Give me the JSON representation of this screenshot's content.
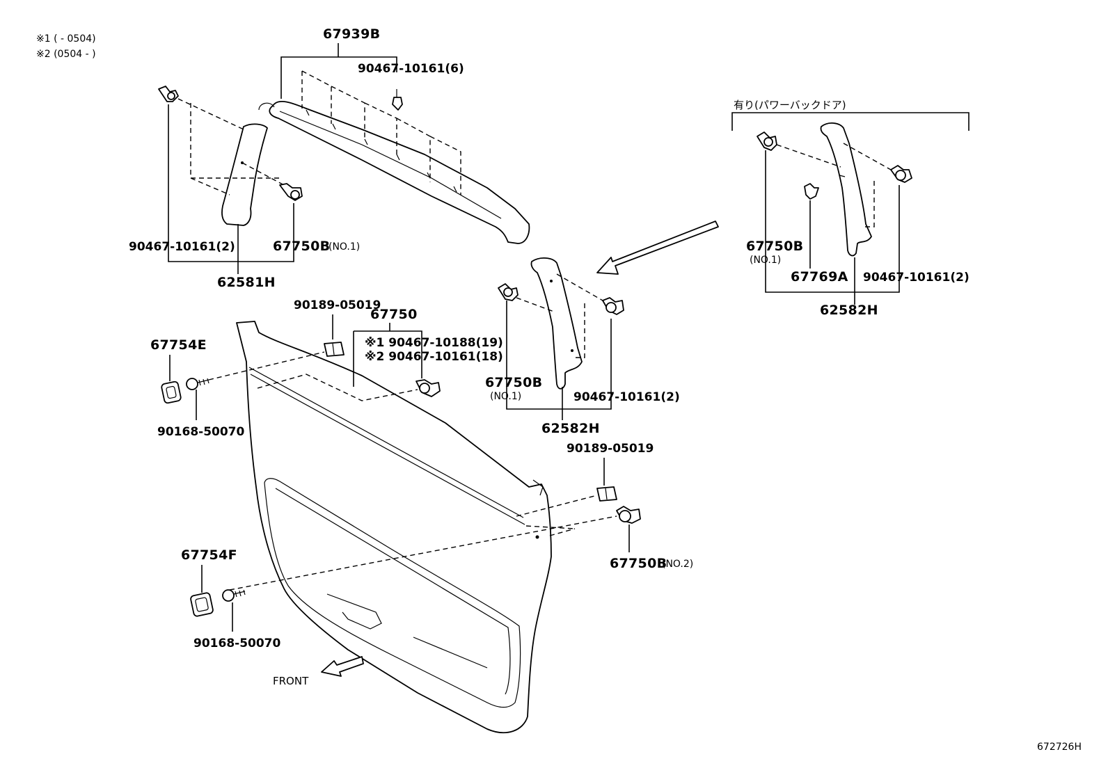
{
  "notes": {
    "note1": "※1 (     - 0504)",
    "note2": "※2 (0504 -     )"
  },
  "option_header": "有り(パワーバックドア)",
  "labels": {
    "p67939B": "67939B",
    "p90467_10161_6": "90467-10161(6)",
    "p90467_10161_2_left": "90467-10161(2)",
    "p67750B_top": "67750B",
    "p67750B_top_suffix": "(NO.1)",
    "p62581H": "62581H",
    "p90189_05019_top": "90189-05019",
    "p67750": "67750",
    "p90467_10188_19": "※1 90467-10188(19)",
    "p90467_10161_18": "※2 90467-10161(18)",
    "p67754E": "67754E",
    "p90168_50070_top": "90168-50070",
    "p67750B_mid": "67750B",
    "p67750B_mid_suffix": "(NO.1)",
    "p90467_10161_2_mid": "90467-10161(2)",
    "p62582H_mid": "62582H",
    "p90189_05019_bot": "90189-05019",
    "p67750B_no2": "67750B",
    "p67750B_no2_suffix": "(NO.2)",
    "p67754F": "67754F",
    "p90168_50070_bot": "90168-50070",
    "p67750B_right": "67750B",
    "p67750B_right_suffix": "(NO.1)",
    "p67769A": "67769A",
    "p90467_10161_2_right": "90467-10161(2)",
    "p62582H_right": "62582H"
  },
  "front_label": "FRONT",
  "diagram_id": "672726H"
}
